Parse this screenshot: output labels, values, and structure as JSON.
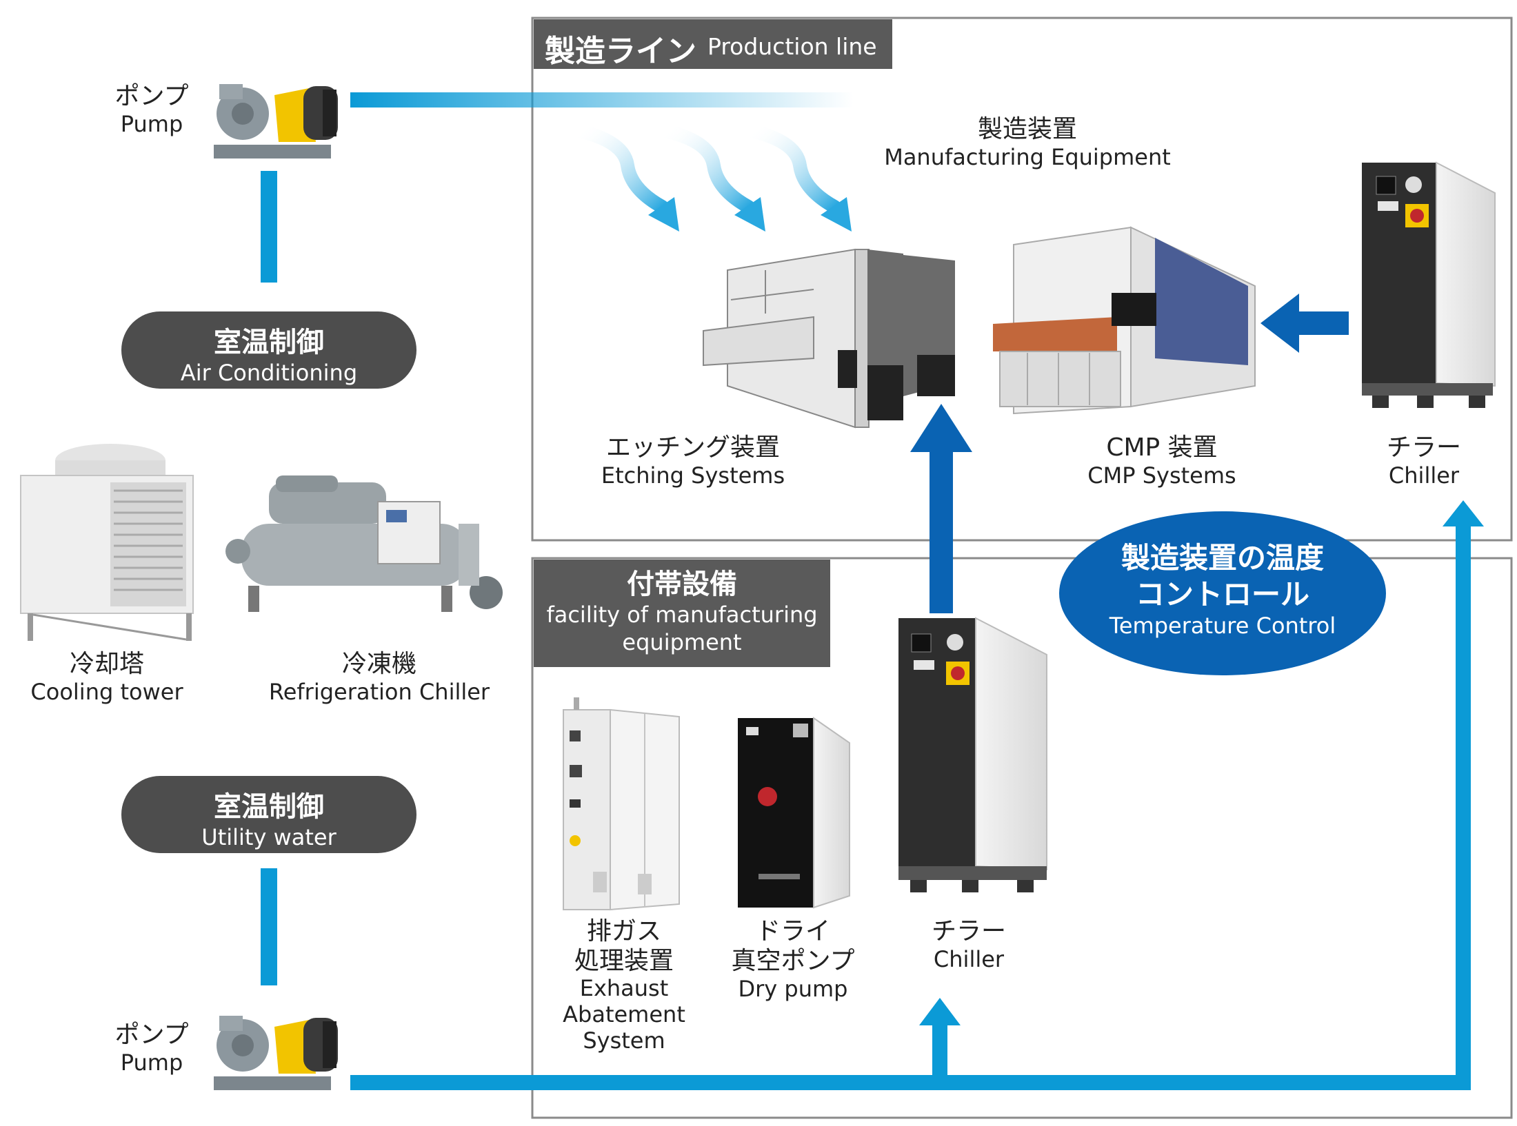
{
  "sections": {
    "production_line": {
      "jp": "製造ライン",
      "en": "Production line"
    },
    "facility": {
      "jp": "付帯設備",
      "en_line1": "facility of manufacturing",
      "en_line2": "equipment"
    }
  },
  "left": {
    "pump_top": {
      "jp": "ポンプ",
      "en": "Pump"
    },
    "air_conditioning": {
      "jp": "室温制御",
      "en": "Air Conditioning"
    },
    "cooling_tower": {
      "jp": "冷却塔",
      "en": "Cooling tower"
    },
    "refrigeration_chiller": {
      "jp": "冷凍機",
      "en": "Refrigeration Chiller"
    },
    "utility_water": {
      "jp": "室温制御",
      "en": "Utility water"
    },
    "pump_bottom": {
      "jp": "ポンプ",
      "en": "Pump"
    }
  },
  "production": {
    "manufacturing_equipment": {
      "jp": "製造装置",
      "en": "Manufacturing Equipment"
    },
    "etching": {
      "jp": "エッチング装置",
      "en": "Etching Systems"
    },
    "cmp": {
      "jp": "CMP 装置",
      "en": "CMP Systems"
    },
    "chiller": {
      "jp": "チラー",
      "en": "Chiller"
    }
  },
  "temperature_control": {
    "jp_line1": "製造装置の温度",
    "jp_line2": "コントロール",
    "en": "Temperature Control"
  },
  "facility_items": {
    "exhaust": {
      "jp_line1": "排ガス",
      "jp_line2": "処理装置",
      "en_line1": "Exhaust",
      "en_line2": "Abatement",
      "en_line3": "System"
    },
    "dry_pump": {
      "jp_line1": "ドライ",
      "jp_line2": "真空ポンプ",
      "en": "Dry pump"
    },
    "chiller": {
      "jp": "チラー",
      "en": "Chiller"
    }
  },
  "colors": {
    "pipe": "#0b9ad6",
    "arrow_dark": "#0a63b3",
    "header": "#5a5a5a",
    "pill": "#4d4d4d",
    "oval": "#0a63b3"
  }
}
